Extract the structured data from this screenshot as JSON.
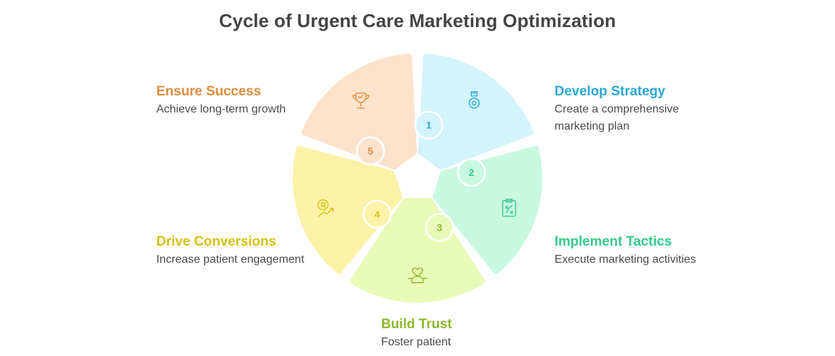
{
  "title": "Cycle of Urgent Care Marketing Optimization",
  "steps": [
    {
      "number": "1",
      "heading": "Develop Strategy",
      "description_lines": [
        "Create a comprehensive",
        "marketing plan"
      ],
      "icon": "strategy-gear-icon",
      "fill": "#d3f3fd",
      "accent": "#27a9d6"
    },
    {
      "number": "2",
      "heading": "Implement Tactics",
      "description_lines": [
        "Execute marketing activities"
      ],
      "icon": "clipboard-plan-icon",
      "fill": "#c9f8e2",
      "accent": "#34c98a"
    },
    {
      "number": "3",
      "heading": "Build Trust",
      "description_lines": [
        "Foster patient"
      ],
      "icon": "handshake-heart-icon",
      "fill": "#e9fab8",
      "accent": "#8db82c"
    },
    {
      "number": "4",
      "heading": "Drive Conversions",
      "description_lines": [
        "Increase patient engagement"
      ],
      "icon": "growth-coin-icon",
      "fill": "#fdf2a8",
      "accent": "#d8bf12"
    },
    {
      "number": "5",
      "heading": "Ensure Success",
      "description_lines": [
        "Achieve long-term growth"
      ],
      "icon": "trophy-icon",
      "fill": "#fde3cc",
      "accent": "#de8d3d"
    }
  ]
}
